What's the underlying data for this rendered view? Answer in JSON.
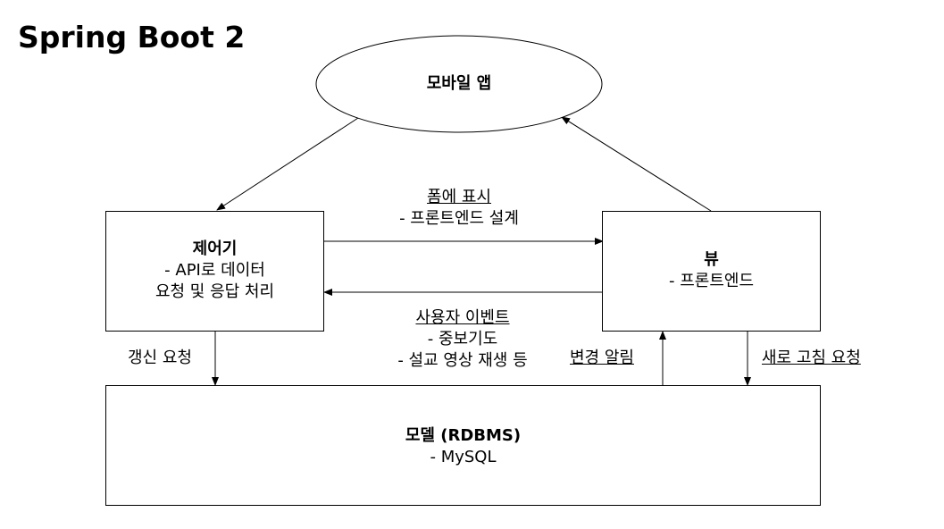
{
  "title": "Spring Boot 2",
  "nodes": {
    "mobile_app": {
      "label": "모바일 앱"
    },
    "controller": {
      "title": "제어기",
      "line1": "-   API로 데이터",
      "line2": "요청 및 응답 처리"
    },
    "view": {
      "title": "뷰",
      "line1": "-   프론트엔드"
    },
    "model": {
      "title": "모델 (RDBMS)",
      "line1": "- MySQL"
    }
  },
  "edges": {
    "form_display": {
      "title": "폼에 표시",
      "line1": "- 프론트엔드 설계"
    },
    "user_event": {
      "title": "사용자 이벤트",
      "line1": "-   중보기도",
      "line2": "-   설교 영상 재생 등"
    },
    "update_request": {
      "label": "갱신 요청"
    },
    "change_notify": {
      "label": "변경 알림"
    },
    "refresh_request": {
      "label": "새로 고침 요청"
    }
  }
}
